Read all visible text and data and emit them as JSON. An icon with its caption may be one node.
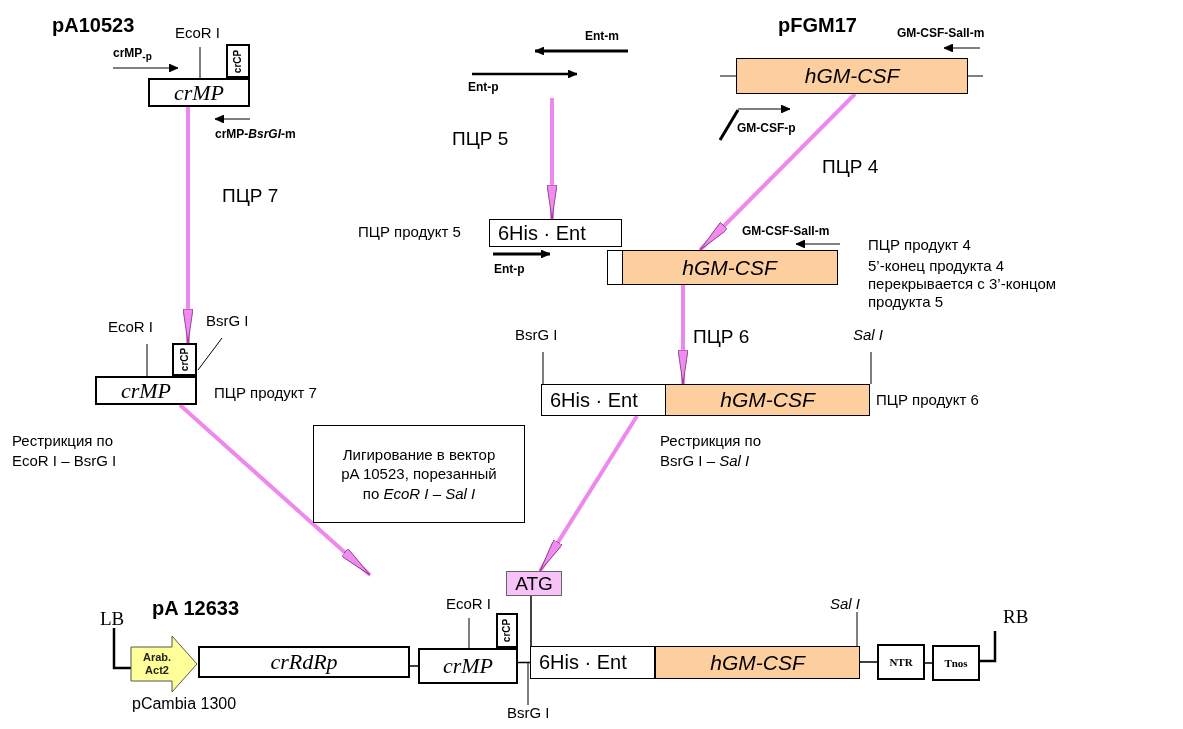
{
  "diagram": {
    "nodes": [
      {
        "text": [
          "crMP"
        ]
      },
      {
        "text": [
          "crCP"
        ],
        "beside": [
          "EcoR I"
        ]
      },
      {
        "text": [
          "hGM-CSF"
        ]
      },
      {
        "text": [
          "6His · Ent"
        ],
        "beside": [
          "ПЦР продукт 5"
        ]
      },
      {
        "text": [
          "hGM-CSF"
        ],
        "beside": [
          "ПЦР продукт 4",
          "5’-конец продукта 4 перекрывается с 3’-концом продукта 5"
        ]
      },
      {
        "text": [
          "crMP"
        ],
        "beside": [
          "ПЦР продукт 7"
        ]
      },
      {
        "text": [
          "crCP"
        ],
        "beside": [
          "EcoR I",
          "BsrG I"
        ]
      },
      {
        "text": [
          "6His · Ent"
        ],
        "beside": [
          "BsrG I"
        ]
      },
      {
        "text": [
          "hGM-CSF"
        ],
        "beside": [
          "ПЦР продукт 6",
          "Sal I"
        ]
      },
      {
        "text": [
          "Лигирование в вектор pA 10523, порезанный по *EcoR I – Sal I*"
        ]
      },
      {
        "text": [
          "Arab. Act2"
        ]
      },
      {
        "text": [
          "crRdRp"
        ]
      },
      {
        "text": [
          "crMP"
        ]
      },
      {
        "text": [
          "crCP"
        ],
        "beside": [
          "EcoR I"
        ]
      },
      {
        "text": [
          "ATG"
        ]
      },
      {
        "text": [
          "6His · Ent"
        ],
        "beside": [
          "BsrG I"
        ]
      },
      {
        "text": [
          "hGM-CSF"
        ],
        "beside": [
          "Sal I"
        ]
      },
      {
        "text": [
          "NTR"
        ]
      },
      {
        "text": [
          "Tnos"
        ]
      }
    ],
    "edges": [
      {
        "from": 0,
        "to": 6,
        "arrow": "to"
      },
      {
        "from": null,
        "to": 3,
        "arrow": "to"
      },
      {
        "from": 2,
        "to": 4,
        "arrow": "to"
      },
      {
        "from": 4,
        "to": 8,
        "arrow": "to"
      },
      {
        "from": 5,
        "to": null,
        "arrow": "to"
      },
      {
        "from": 7,
        "to": 14,
        "arrow": "to"
      },
      {
        "from": 11,
        "to": 12,
        "arrow": "none",
        "color": "#000000"
      },
      {
        "from": 12,
        "to": 15,
        "arrow": "none",
        "color": "#000000"
      },
      {
        "from": 16,
        "to": 17,
        "arrow": "none",
        "color": "#000000"
      },
      {
        "from": 17,
        "to": 18,
        "arrow": "none",
        "color": "#000000"
      },
      {
        "from": 14,
        "to": 15,
        "arrow": "none",
        "color": "#000000"
      }
    ],
    "labels": [
      "pA10523",
      "crMP$_{-p}$",
      "crMP-*BsrGI*-m",
      "ПЦР 7",
      "Ent-m",
      "Ent-p",
      "ПЦР 5",
      "pFGM17",
      "GM-CSF-SalI-m",
      "GM-CSF-p",
      "ПЦР 4",
      "GM-CSF-SalI-m",
      "Ent-p",
      "ПЦР 6",
      "Рестрикция по EcoR I – BsrG I",
      "Рестрикция по BsrG I – *Sal I*",
      "pA 12633",
      "LB",
      "RB",
      "pCambia 1300"
    ]
  }
}
